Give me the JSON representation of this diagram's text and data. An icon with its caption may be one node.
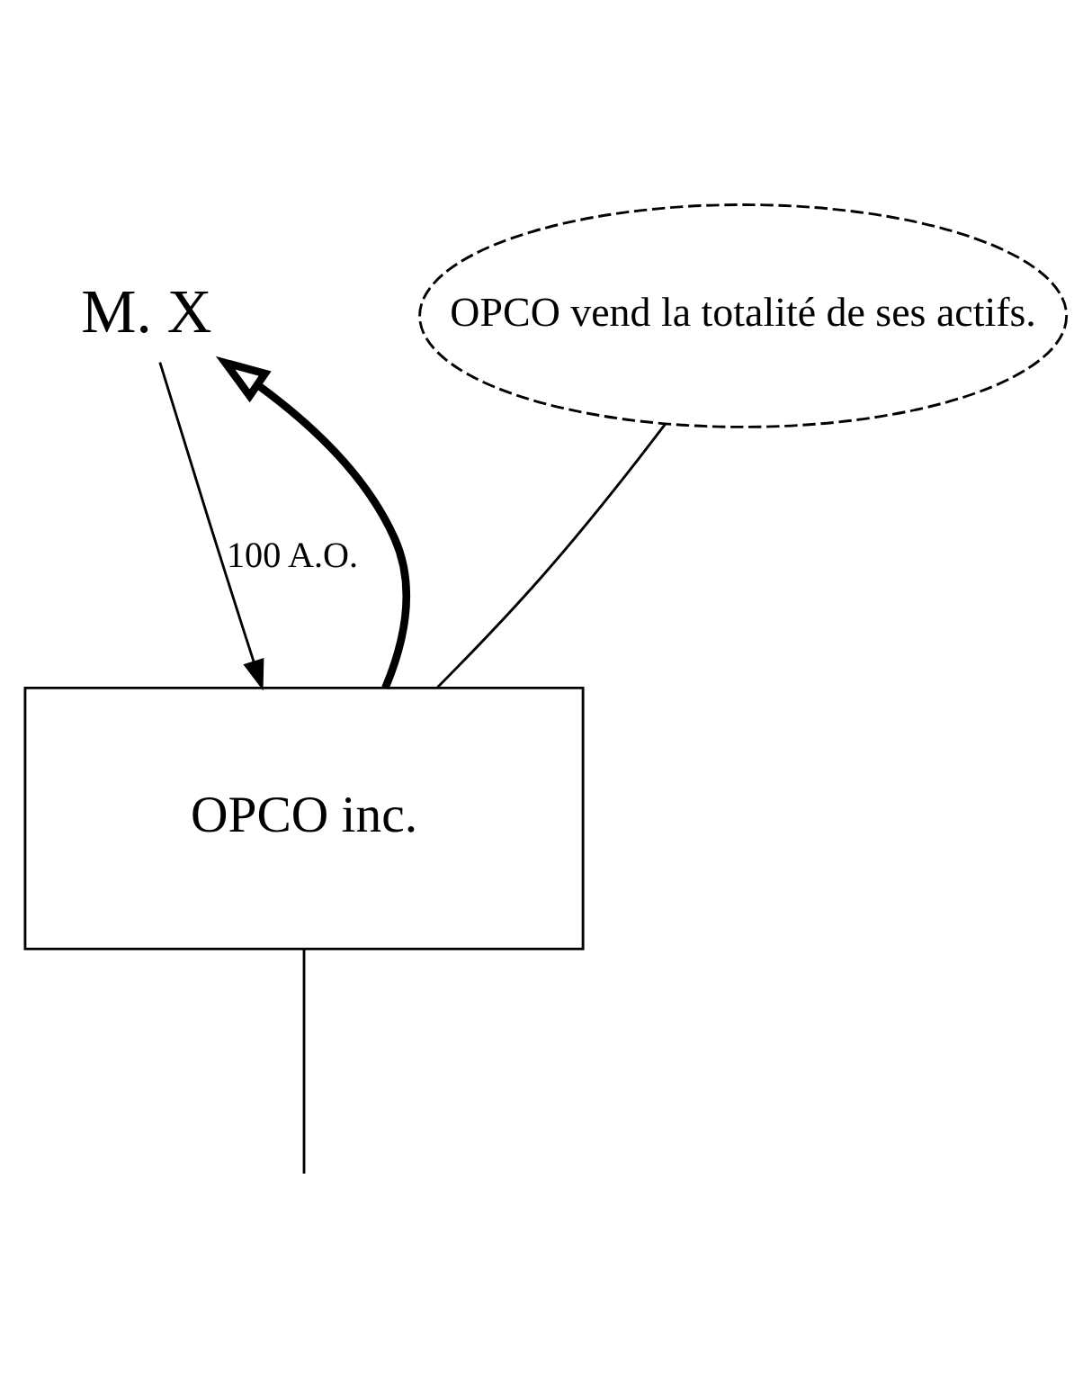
{
  "diagram": {
    "nodes": [
      {
        "text": [
          "M. X"
        ]
      },
      {
        "text": [
          "OPCO inc."
        ]
      },
      {
        "text": [
          "OPCO vend la totalité de ses actifs."
        ]
      }
    ],
    "edges": [
      {
        "from": 0,
        "to": 1,
        "arrow": "to",
        "label": "100 A.O."
      },
      {
        "from": 1,
        "to": 0,
        "arrow": "to",
        "style": "thick"
      },
      {
        "from": 2,
        "to": 1,
        "arrow": "none"
      },
      {
        "from": 1,
        "to": null,
        "arrow": "none"
      }
    ]
  }
}
